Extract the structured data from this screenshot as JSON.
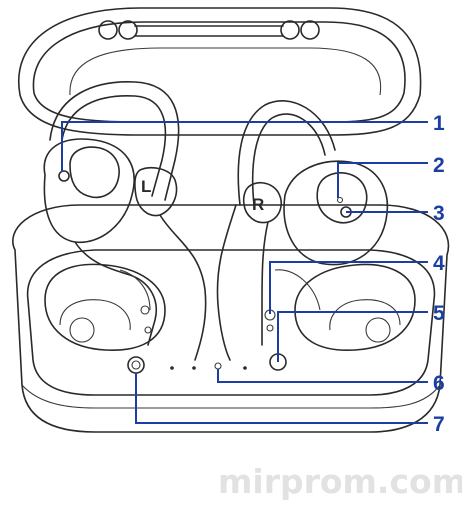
{
  "callouts": [
    {
      "number": "1"
    },
    {
      "number": "2"
    },
    {
      "number": "3"
    },
    {
      "number": "4"
    },
    {
      "number": "5"
    },
    {
      "number": "6"
    },
    {
      "number": "7"
    }
  ],
  "earbud_marks": {
    "left": "L",
    "right": "R"
  },
  "watermark": "mirprom.com",
  "colors": {
    "callout": "#1b3fa0",
    "lineart": "#2a2a2a"
  }
}
